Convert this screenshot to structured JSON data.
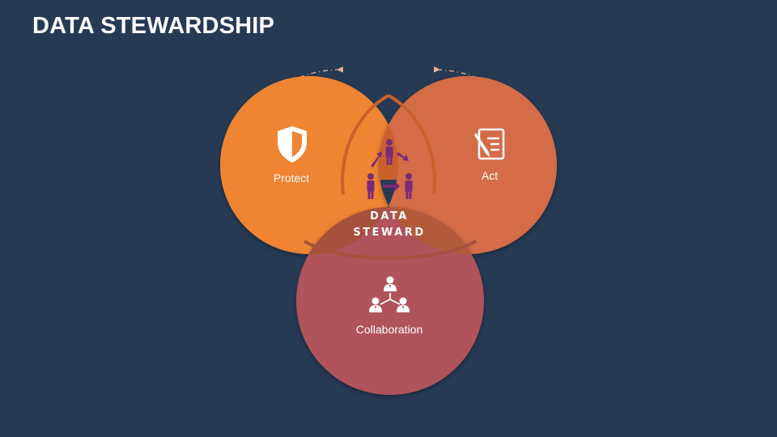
{
  "title": "DATA STEWARDSHIP",
  "center": {
    "line1": "DATA",
    "line2": "STEWARD",
    "icon": "people-cycle-icon"
  },
  "segments": [
    {
      "label": "Protect",
      "icon": "shield-icon",
      "color": "#ef8433"
    },
    {
      "label": "Act",
      "icon": "document-pen-icon",
      "color": "#d36c47"
    },
    {
      "label": "Collaboration",
      "icon": "team-hierarchy-icon",
      "color": "#b0535a"
    }
  ],
  "colors": {
    "background": "#263a54",
    "center_icon": "#7a2a7a",
    "cycle_arrow": "#ecb39a"
  }
}
